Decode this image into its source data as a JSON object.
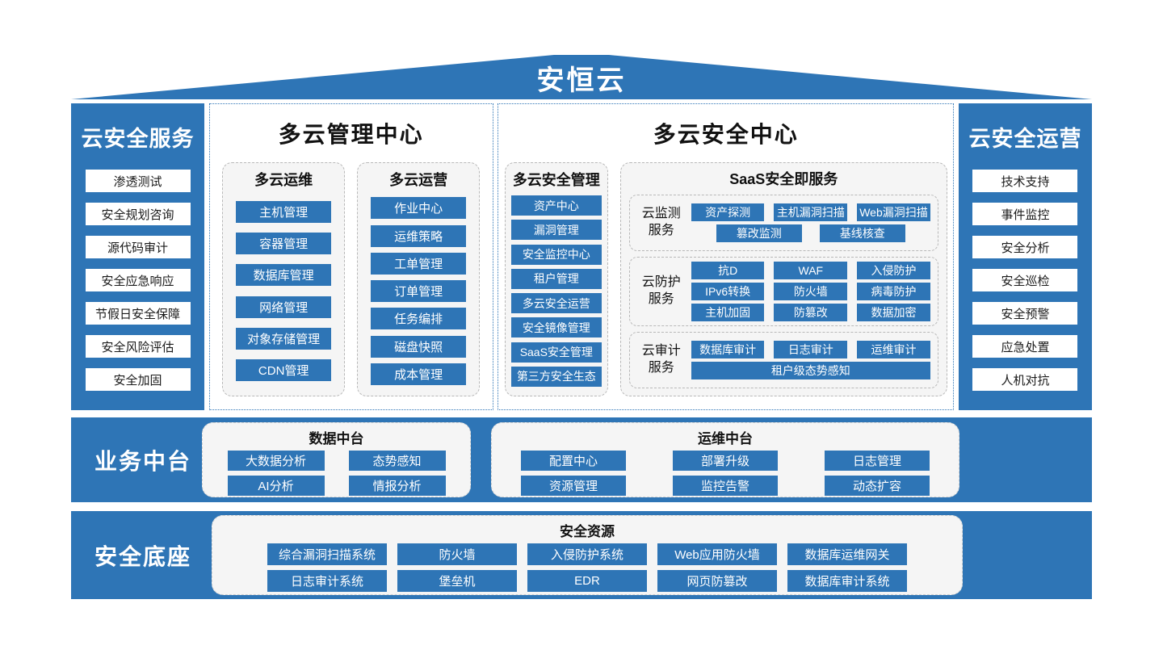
{
  "title": "安恒云",
  "colors": {
    "primary_blue": "#2e75b6",
    "group_bg": "#f5f5f5",
    "text_dark": "#111111",
    "button_text": "#ffffff"
  },
  "left_sidebar": {
    "title": "云安全服务",
    "items": [
      "渗透测试",
      "安全规划咨询",
      "源代码审计",
      "安全应急响应",
      "节假日安全保障",
      "安全风险评估",
      "安全加固"
    ]
  },
  "management_center": {
    "title": "多云管理中心",
    "groups": [
      {
        "title": "多云运维",
        "items": [
          "主机管理",
          "容器管理",
          "数据库管理",
          "网络管理",
          "对象存储管理",
          "CDN管理"
        ]
      },
      {
        "title": "多云运营",
        "items": [
          "作业中心",
          "运维策略",
          "工单管理",
          "订单管理",
          "任务编排",
          "磁盘快照",
          "成本管理"
        ]
      }
    ]
  },
  "security_center": {
    "title": "多云安全中心",
    "management_group": {
      "title": "多云安全管理",
      "items": [
        "资产中心",
        "漏洞管理",
        "安全监控中心",
        "租户管理",
        "多云安全运营",
        "安全镜像管理",
        "SaaS安全管理",
        "第三方安全生态"
      ]
    },
    "saas_group": {
      "title": "SaaS安全即服务",
      "subgroups": [
        {
          "label": "云监测服务",
          "rows": [
            [
              "资产探测",
              "主机漏洞扫描",
              "Web漏洞扫描"
            ],
            [
              "篡改监测",
              "基线核查"
            ]
          ]
        },
        {
          "label": "云防护服务",
          "rows": [
            [
              "抗D",
              "WAF",
              "入侵防护"
            ],
            [
              "IPv6转换",
              "防火墙",
              "病毒防护"
            ],
            [
              "主机加固",
              "防篡改",
              "数据加密"
            ]
          ]
        },
        {
          "label": "云审计服务",
          "rows": [
            [
              "数据库审计",
              "日志审计",
              "运维审计"
            ],
            [
              "租户级态势感知"
            ]
          ]
        }
      ]
    }
  },
  "right_sidebar": {
    "title": "云安全运营",
    "items": [
      "技术支持",
      "事件监控",
      "安全分析",
      "安全巡检",
      "安全预警",
      "应急处置",
      "人机对抗"
    ]
  },
  "business_band": {
    "label": "业务中台",
    "groups": [
      {
        "title": "数据中台",
        "rows": [
          [
            "大数据分析",
            "态势感知"
          ],
          [
            "AI分析",
            "情报分析"
          ]
        ]
      },
      {
        "title": "运维中台",
        "rows": [
          [
            "配置中心",
            "部署升级",
            "日志管理"
          ],
          [
            "资源管理",
            "监控告警",
            "动态扩容"
          ]
        ]
      }
    ]
  },
  "security_base_band": {
    "label": "安全底座",
    "group": {
      "title": "安全资源",
      "rows": [
        [
          "综合漏洞扫描系统",
          "防火墙",
          "入侵防护系统",
          "Web应用防火墙",
          "数据库运维网关"
        ],
        [
          "日志审计系统",
          "堡垒机",
          "EDR",
          "网页防篡改",
          "数据库审计系统"
        ]
      ]
    }
  }
}
